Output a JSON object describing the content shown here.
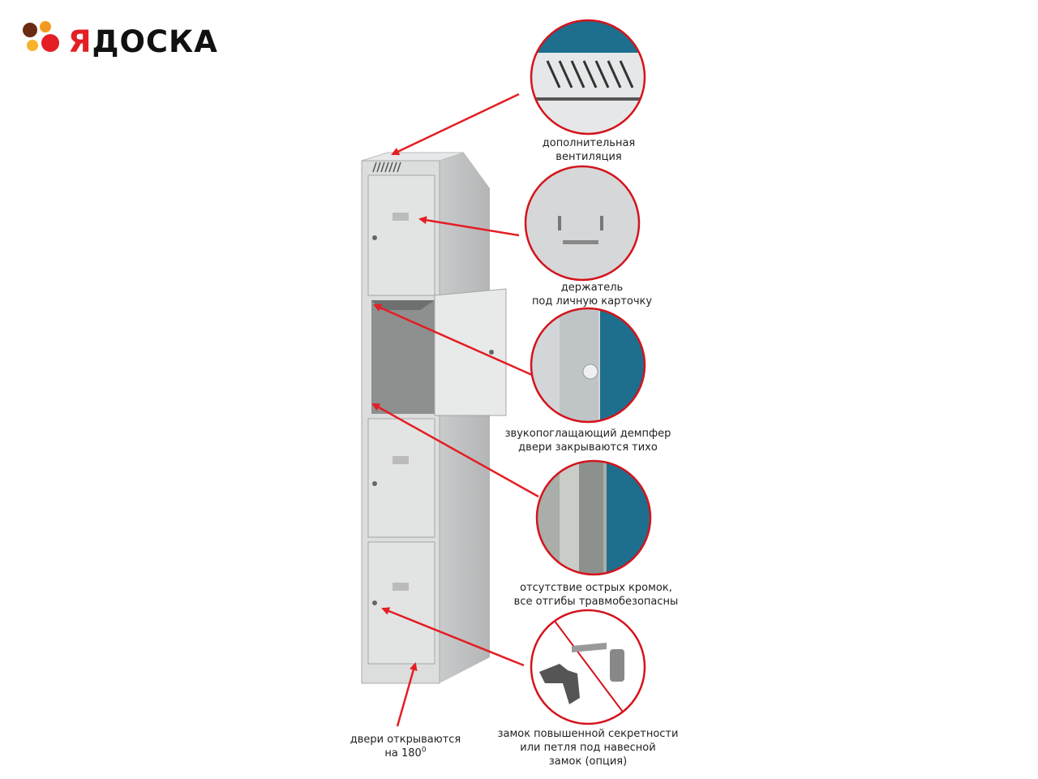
{
  "logo": {
    "first_letter": "Я",
    "rest": "ДОСКА"
  },
  "callouts": [
    {
      "lines": [
        "дополнительная",
        "вентиляция"
      ]
    },
    {
      "lines": [
        "держатель",
        "под личную карточку"
      ]
    },
    {
      "lines": [
        "звукопоглащающий демпфер",
        "двери закрываются тихо"
      ]
    },
    {
      "lines": [
        "отсутствие острых кромок,",
        "все отгибы травмобезопасны"
      ]
    },
    {
      "lines": [
        "замок повышенной секретности",
        "или петля под навесной",
        "замок (опция)"
      ]
    }
  ],
  "door_note": {
    "line1": "двери открываются",
    "line2": "на 180",
    "sup": "0"
  },
  "colors": {
    "arrow": "#e31e24",
    "cabinet": "#d9dadb",
    "detail_bg": "#1e6e8e",
    "circle_border": "#d4141c"
  }
}
